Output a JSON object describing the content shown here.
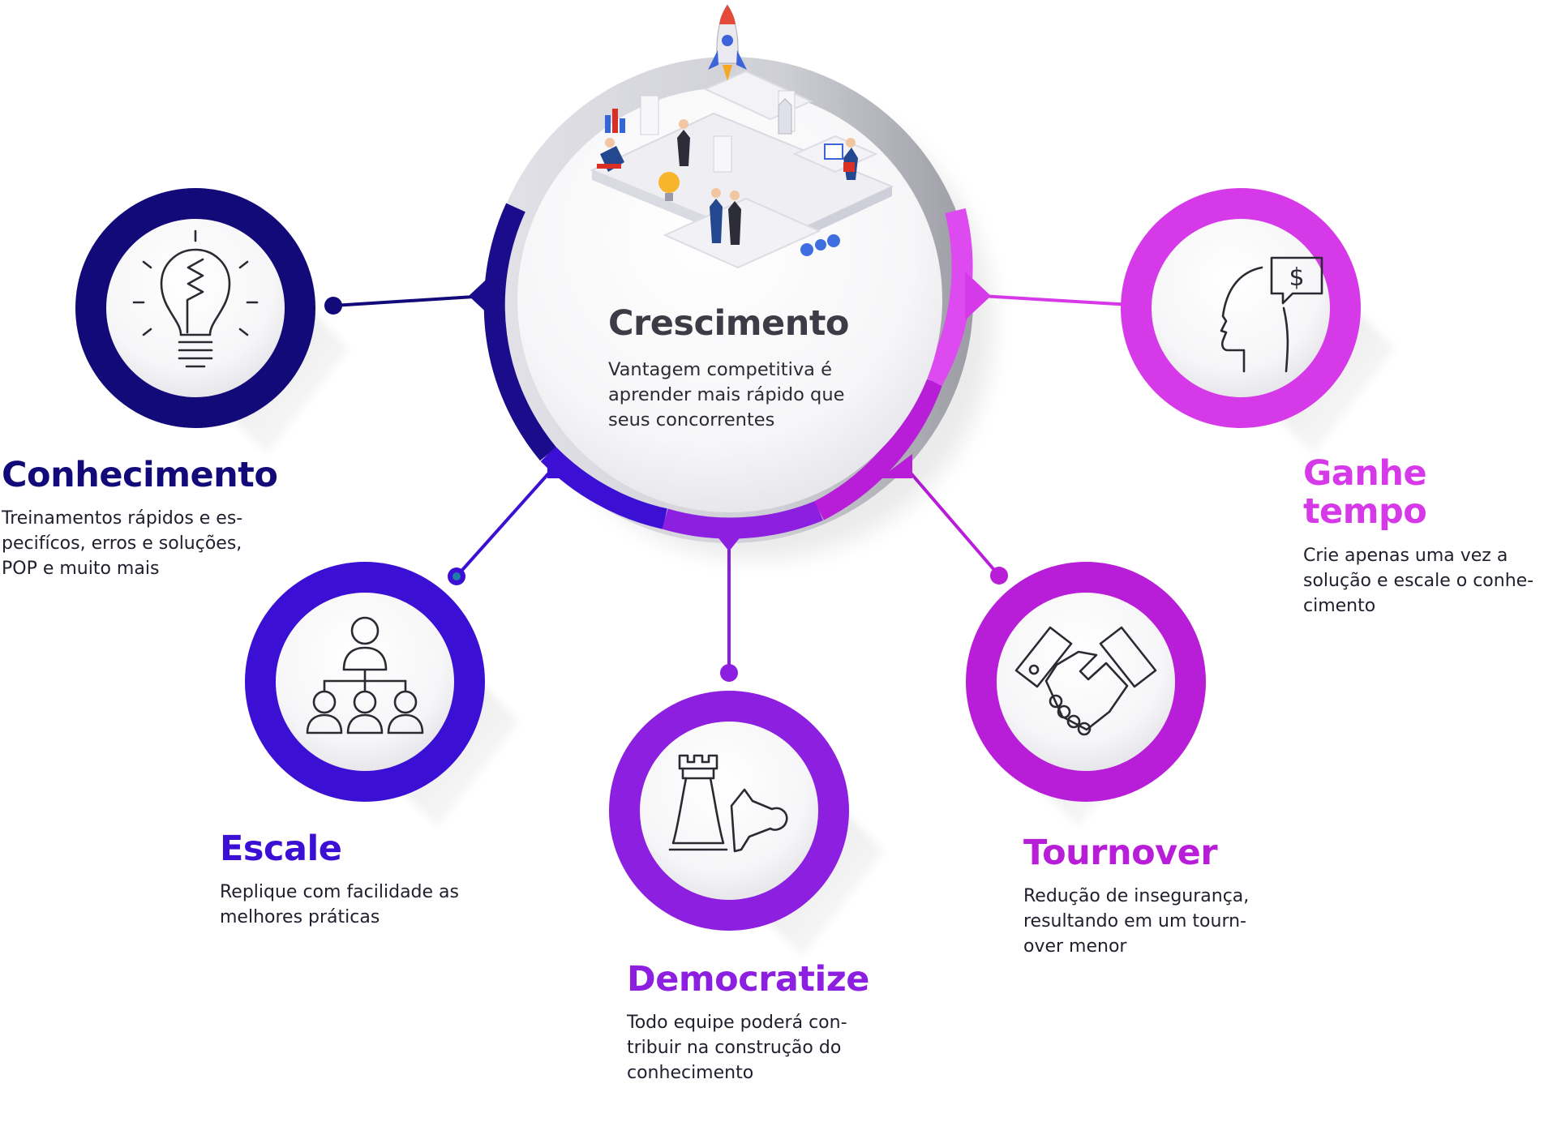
{
  "center": {
    "title": "Crescimento",
    "description": "Vantagem competitiva é\naprender mais rápido que\nseus concorrentes",
    "illustration": "isometric-growth-office-icon"
  },
  "nodes": [
    {
      "id": "conhecimento",
      "title": "Conhecimento",
      "description": "Treinamentos rápidos e es-\npecifícos, erros e soluções,\nPOP e muito mais",
      "icon": "lightbulb-icon",
      "color": "#130a79"
    },
    {
      "id": "escale",
      "title": "Escale",
      "description": "Replique com facilidade as\nmelhores práticas",
      "icon": "org-chart-icon",
      "color": "#3c10d4"
    },
    {
      "id": "democratize",
      "title": "Democratize",
      "description": "Todo equipe poderá con-\ntribuir na construção do\nconhecimento",
      "icon": "chess-pieces-icon",
      "color": "#8d1fe0"
    },
    {
      "id": "tournover",
      "title": "Tournover",
      "description": "Redução de insegurança,\nresultando em um tourn-\nover menor",
      "icon": "handshake-icon",
      "color": "#b81ed8"
    },
    {
      "id": "ganhe-tempo",
      "title": "Ganhe tempo",
      "description": "Crie apenas uma vez a\nsolução e escale o conhe-\ncimento",
      "icon": "head-money-icon",
      "color": "#d63ae8"
    }
  ]
}
